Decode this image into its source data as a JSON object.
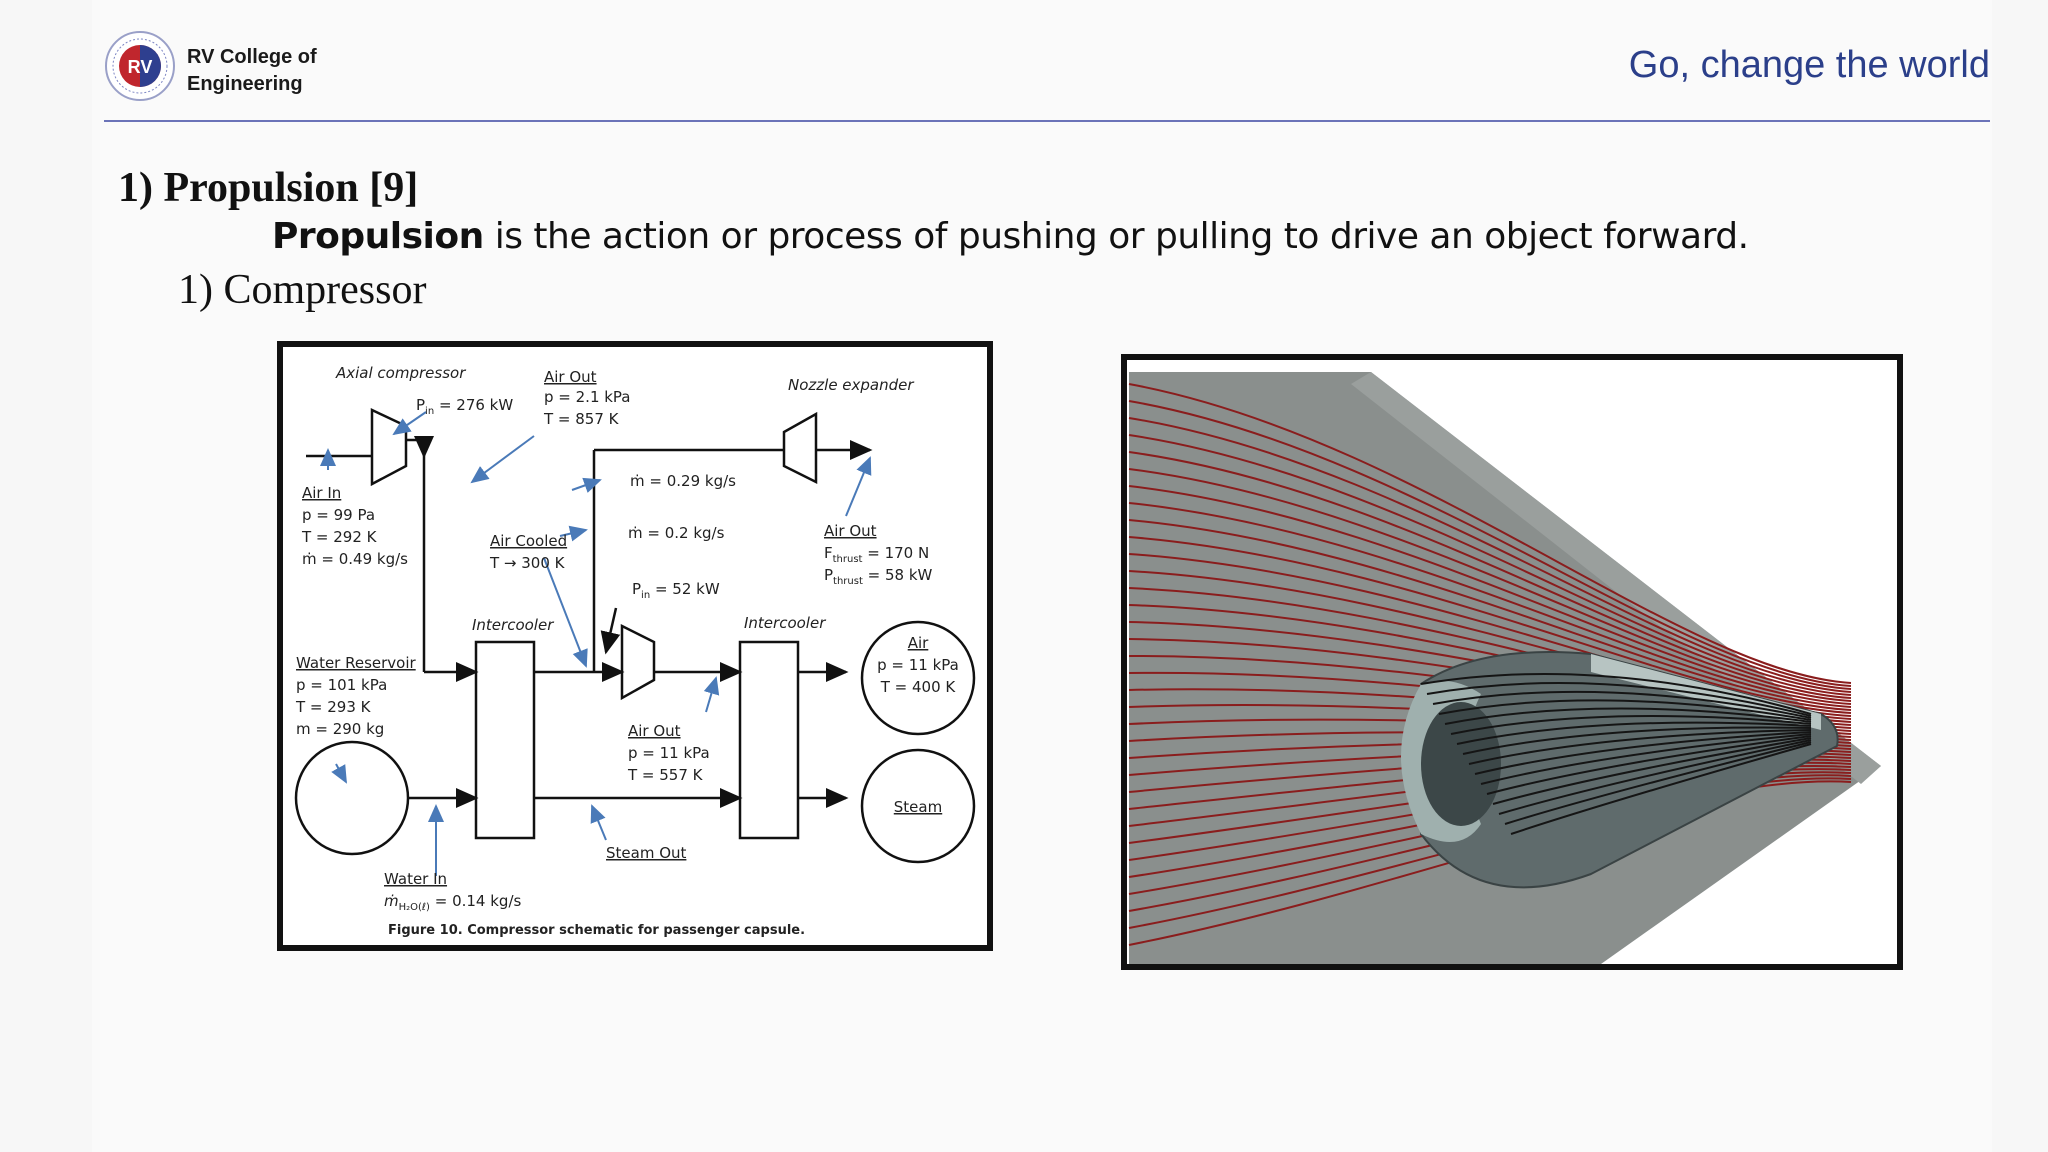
{
  "header": {
    "college_line1": "RV College of",
    "college_line2": "Engineering",
    "tagline": "Go, change the world",
    "logo_text": "RV"
  },
  "content": {
    "heading": "1)  Propulsion [9]",
    "definition_term": "Propulsion",
    "definition_rest": " is the action or process of pushing or pulling to drive an object forward.",
    "subitem": "1)  Compressor"
  },
  "schematic": {
    "axial_compressor": "Axial compressor",
    "pin1": "P",
    "pin1_sub": "in",
    "pin1_val": " = 276 kW",
    "air_out1": "Air Out",
    "air_out1_p": "p = 2.1 kPa",
    "air_out1_t": "T = 857 K",
    "nozzle": "Nozzle expander",
    "air_in": "Air In",
    "air_in_p": "p = 99 Pa",
    "air_in_t": "T = 292 K",
    "air_in_m": "ṁ = 0.49 kg/s",
    "mdot1": "ṁ = 0.29 kg/s",
    "mdot2": "ṁ = 0.2 kg/s",
    "air_cooled": "Air Cooled",
    "air_cooled_t": "T → 300 K",
    "pin2": "P",
    "pin2_sub": "in",
    "pin2_val": " = 52 kW",
    "air_out2": "Air Out",
    "fthrust": "F",
    "fthrust_sub": "thrust",
    "fthrust_val": " = 170 N",
    "pthrust": "P",
    "pthrust_sub": "thrust",
    "pthrust_val": " = 58 kW",
    "intercooler1": "Intercooler",
    "intercooler2": "Intercooler",
    "water_res": "Water Reservoir",
    "water_p": "p = 101 kPa",
    "water_t": "T = 293 K",
    "water_m": "m = 290 kg",
    "air_circle": "Air",
    "air_circle_p": "p = 11 kPa",
    "air_circle_t": "T = 400 K",
    "air_out3": "Air Out",
    "air_out3_p": "p = 11 kPa",
    "air_out3_t": "T = 557 K",
    "steam": "Steam",
    "steam_out": "Steam Out",
    "water_in": "Water In",
    "water_in_m": "ṁ",
    "water_in_sub": "H₂O(ℓ)",
    "water_in_val": " = 0.14 kg/s",
    "caption": "Figure 10. Compressor schematic for passenger capsule."
  }
}
